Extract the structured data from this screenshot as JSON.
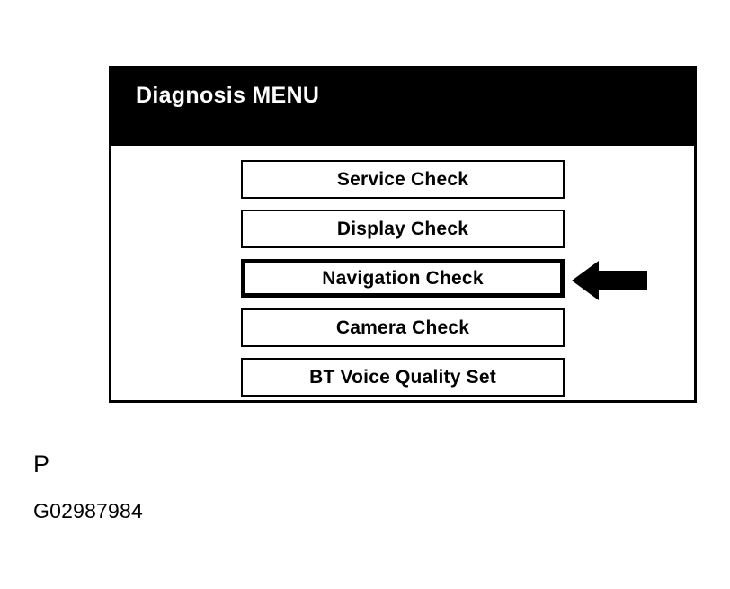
{
  "screen": {
    "title": "Diagnosis MENU",
    "header_bg": "#000000",
    "header_text_color": "#ffffff",
    "body_bg": "#ffffff",
    "border_color": "#000000",
    "menu_items": [
      {
        "label": "Service Check",
        "selected": false
      },
      {
        "label": "Display Check",
        "selected": false
      },
      {
        "label": "Navigation Check",
        "selected": true
      },
      {
        "label": "Camera Check",
        "selected": false
      },
      {
        "label": "BT Voice Quality Set",
        "selected": false
      }
    ]
  },
  "annotation": {
    "arrow_icon": "arrow-left-icon",
    "arrow_color": "#000000",
    "points_at": "Navigation Check"
  },
  "caption": {
    "letter": "P",
    "code": "G02987984"
  }
}
